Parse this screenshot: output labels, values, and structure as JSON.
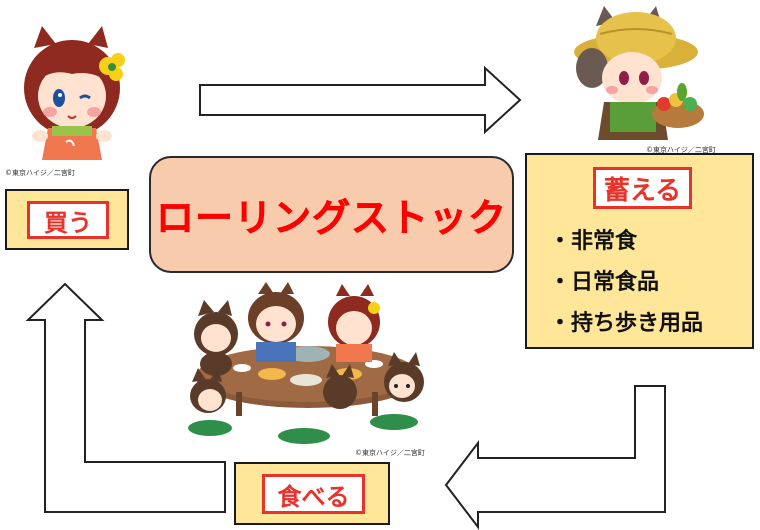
{
  "title": "ローリングストック",
  "buy": {
    "label": "買う"
  },
  "store": {
    "label": "蓄える",
    "items": [
      "・非常食",
      "・日常食品",
      "・持ち歩き用品"
    ]
  },
  "eat": {
    "label": "食べる"
  },
  "credits": {
    "buy_character": "©東京ハイジ／二宮町",
    "store_character": "©東京ハイジ／二宮町",
    "eat_scene": "©東京ハイジ／二宮町"
  },
  "colors": {
    "title_text": "#ff0000",
    "title_box": "#f8cbad",
    "panel_fill": "#ffe699",
    "label_border": "#e8322a"
  },
  "illustrations": {
    "buy_character": "girl-shopping-character",
    "store_character": "boy-with-vegetable-basket-character",
    "eat_scene": "family-eating-at-table"
  }
}
